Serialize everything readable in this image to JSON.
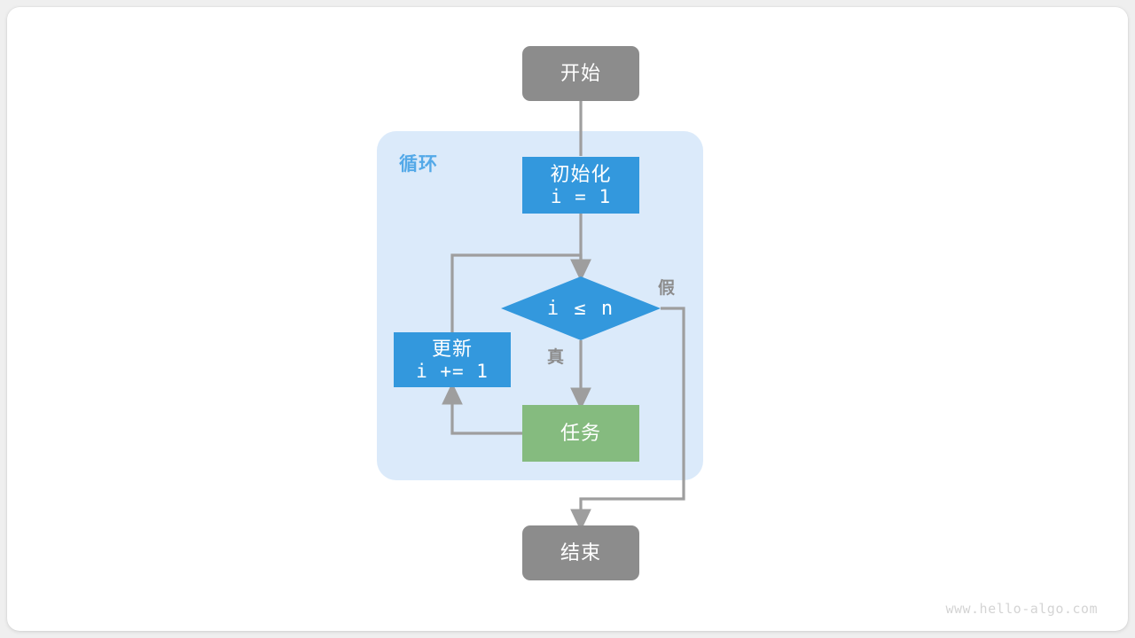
{
  "canvas": {
    "background": "#efefef",
    "card_background": "#ffffff",
    "watermark": "www.hello-algo.com"
  },
  "palette": {
    "terminal": "#8c8c8c",
    "process_blue": "#3398dd",
    "process_green": "#85bb7f",
    "loop_container": "#dbeafa",
    "loop_label": "#54a9e8",
    "edge": "#9e9e9e",
    "edge_label": "#8c8c8c",
    "node_text": "#ffffff",
    "watermark": "#d4d4d4"
  },
  "diagram": {
    "type": "flowchart",
    "loop_group": {
      "label": "循环"
    },
    "nodes": {
      "start": {
        "label": "开始",
        "shape": "rounded-terminal"
      },
      "init": {
        "line1": "初始化",
        "line2": "i = 1",
        "shape": "rectangle"
      },
      "decision": {
        "label": "i ≤ n",
        "shape": "diamond"
      },
      "update": {
        "line1": "更新",
        "line2": "i += 1",
        "shape": "rectangle"
      },
      "task": {
        "label": "任务",
        "shape": "rectangle"
      },
      "end": {
        "label": "结束",
        "shape": "rounded-terminal"
      }
    },
    "edge_labels": {
      "true_branch": "真",
      "false_branch": "假"
    }
  }
}
